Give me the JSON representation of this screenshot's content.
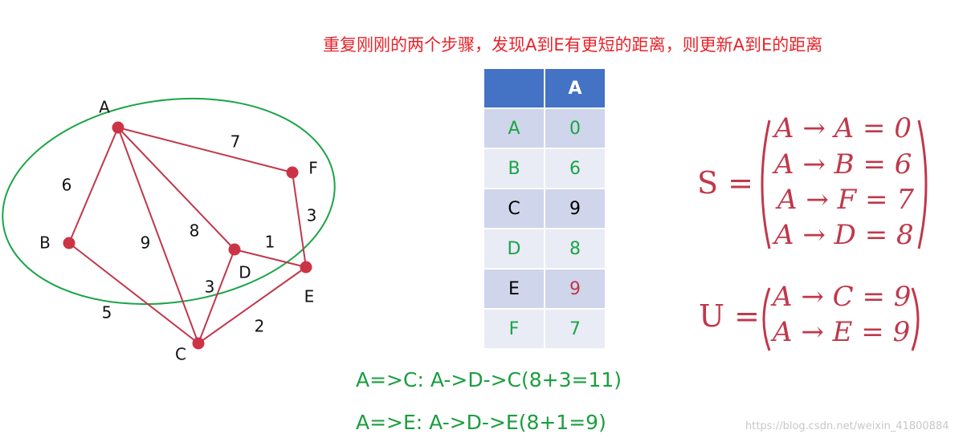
{
  "caption": "重复刚刚的两个步骤，发现A到E有更短的距离，则更新A到E的距离",
  "graph": {
    "nodes": [
      {
        "id": "A",
        "label": "A"
      },
      {
        "id": "B",
        "label": "B"
      },
      {
        "id": "C",
        "label": "C"
      },
      {
        "id": "D",
        "label": "D"
      },
      {
        "id": "E",
        "label": "E"
      },
      {
        "id": "F",
        "label": "F"
      }
    ],
    "edges": [
      {
        "from": "A",
        "to": "F",
        "weight": "7"
      },
      {
        "from": "A",
        "to": "B",
        "weight": "6"
      },
      {
        "from": "A",
        "to": "C",
        "weight": "9"
      },
      {
        "from": "A",
        "to": "D",
        "weight": "8"
      },
      {
        "from": "F",
        "to": "E",
        "weight": "3"
      },
      {
        "from": "D",
        "to": "E",
        "weight": "1"
      },
      {
        "from": "D",
        "to": "C",
        "weight": "3"
      },
      {
        "from": "B",
        "to": "C",
        "weight": "5"
      },
      {
        "from": "C",
        "to": "E",
        "weight": "2"
      }
    ],
    "node_color": "#cc3344",
    "edge_color": "#c0384b",
    "set_ellipse_color": "#1aa547"
  },
  "table": {
    "header": [
      "",
      "A"
    ],
    "rows": [
      {
        "node": "A",
        "dist": "0",
        "node_color": "#1aa547",
        "dist_color": "#1aa547"
      },
      {
        "node": "B",
        "dist": "6",
        "node_color": "#1aa547",
        "dist_color": "#1aa547"
      },
      {
        "node": "C",
        "dist": "9",
        "node_color": "#000000",
        "dist_color": "#000000"
      },
      {
        "node": "D",
        "dist": "8",
        "node_color": "#1aa547",
        "dist_color": "#1aa547"
      },
      {
        "node": "E",
        "dist": "9",
        "node_color": "#000000",
        "dist_color": "#c0384b"
      },
      {
        "node": "F",
        "dist": "7",
        "node_color": "#1aa547",
        "dist_color": "#1aa547"
      }
    ]
  },
  "set_S": {
    "lhs": "S =",
    "rows": [
      "A → A =  0",
      "A → B  = 6",
      "A → F =  7",
      "A → D = 8"
    ]
  },
  "set_U": {
    "lhs": "U =",
    "rows": [
      "A → C  = 9",
      "A → E  = 9"
    ]
  },
  "paths": {
    "line1": "A=>C: A->D->C(8+3=11)",
    "line2": "A=>E: A->D->E(8+1=9)"
  },
  "watermark": "https://blog.csdn.net/weixin_41800884"
}
